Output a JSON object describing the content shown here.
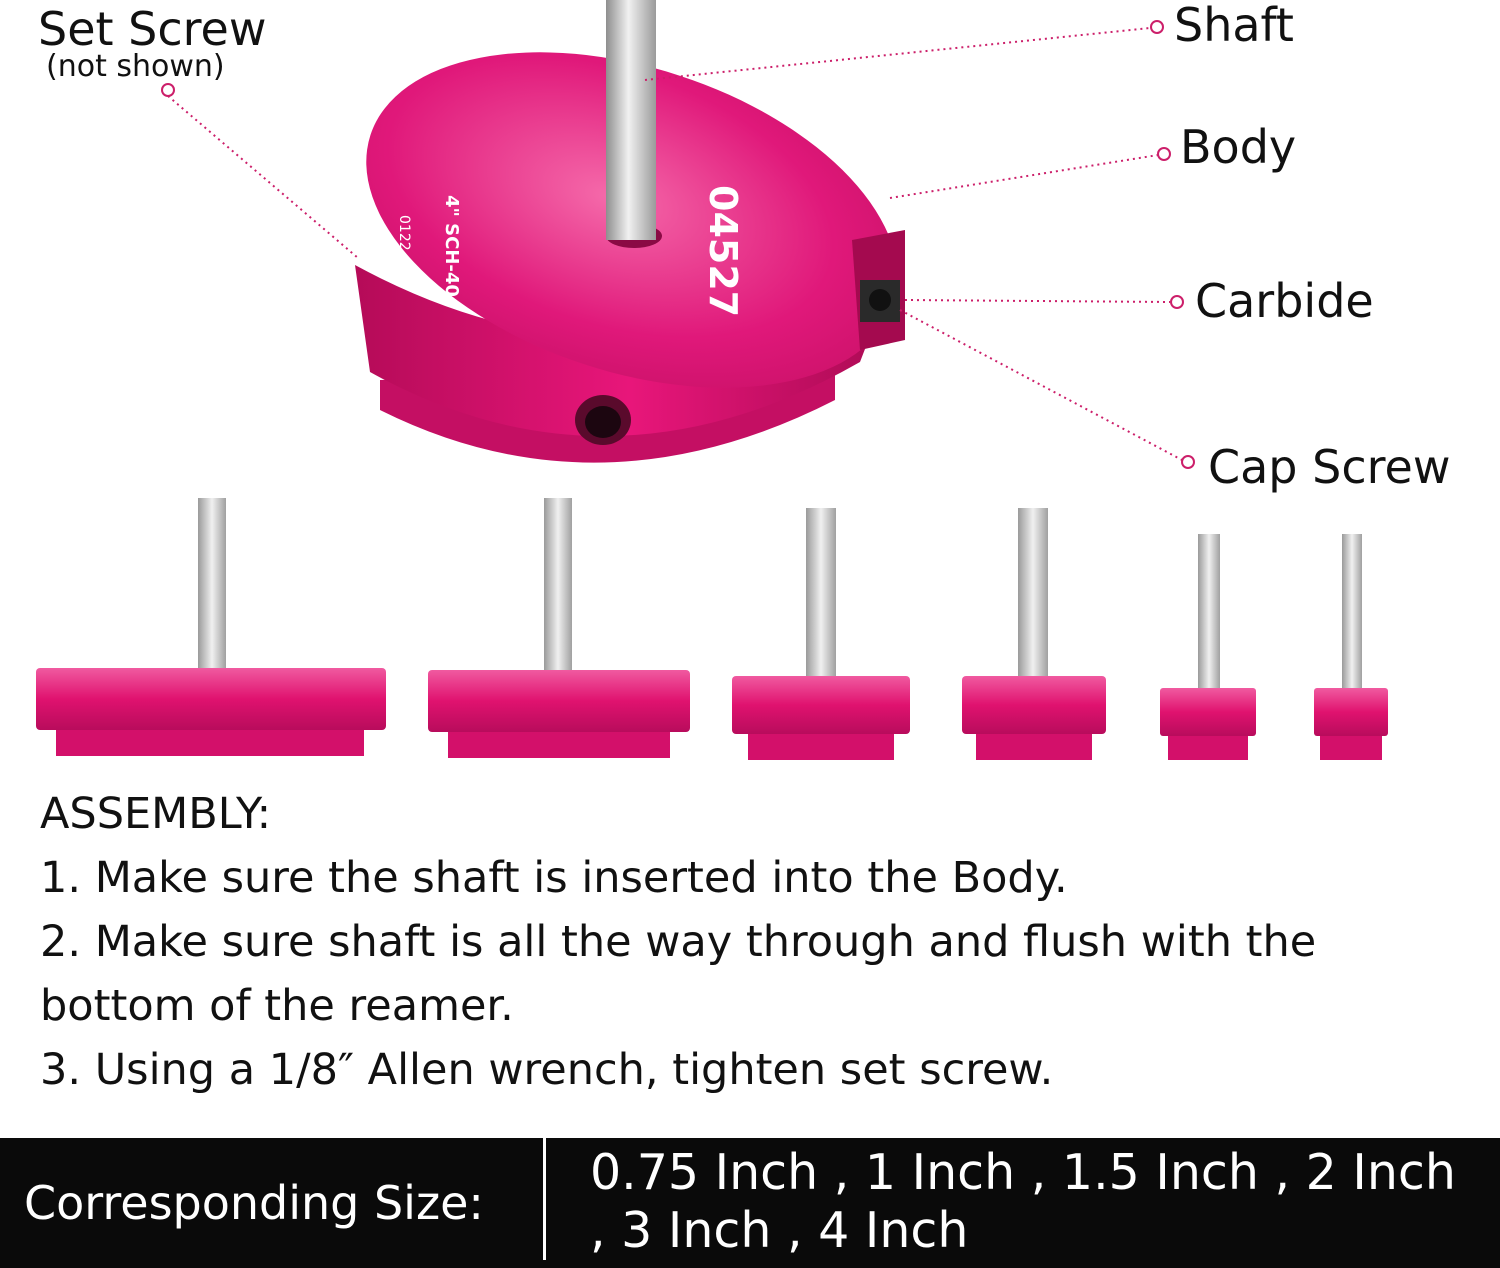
{
  "colors": {
    "body_pink": "#e0126f",
    "body_pink_dark": "#b30b58",
    "body_pink_light": "#f25aa3",
    "shaft_silver": "#c9c9c9",
    "leader_pink": "#cc1f6a",
    "size_bar_bg": "#0a0a0a"
  },
  "labels": {
    "set_screw": "Set Screw",
    "not_shown": "(not shown)",
    "shaft": "Shaft",
    "body": "Body",
    "carbide": "Carbide",
    "cap_screw": "Cap Screw"
  },
  "engraving": {
    "part_number": "04527",
    "size_code": "4\" SCH-40",
    "lot": "0122"
  },
  "assembly": {
    "heading": "ASSEMBLY:",
    "step1": "1. Make sure the shaft is inserted into the Body.",
    "step2": "2. Make sure shaft is all the way through and flush with the bottom of the reamer.",
    "step3": "3. Using a 1/8″  Allen wrench, tighten set screw."
  },
  "sizes": {
    "title": "Corresponding Size:",
    "values": "0.75 Inch , 1 Inch , 1.5 Inch , 2 Inch , 3 Inch , 4 Inch"
  },
  "icons": [
    "reamer-main-illustration",
    "reamer-small-illustration"
  ]
}
